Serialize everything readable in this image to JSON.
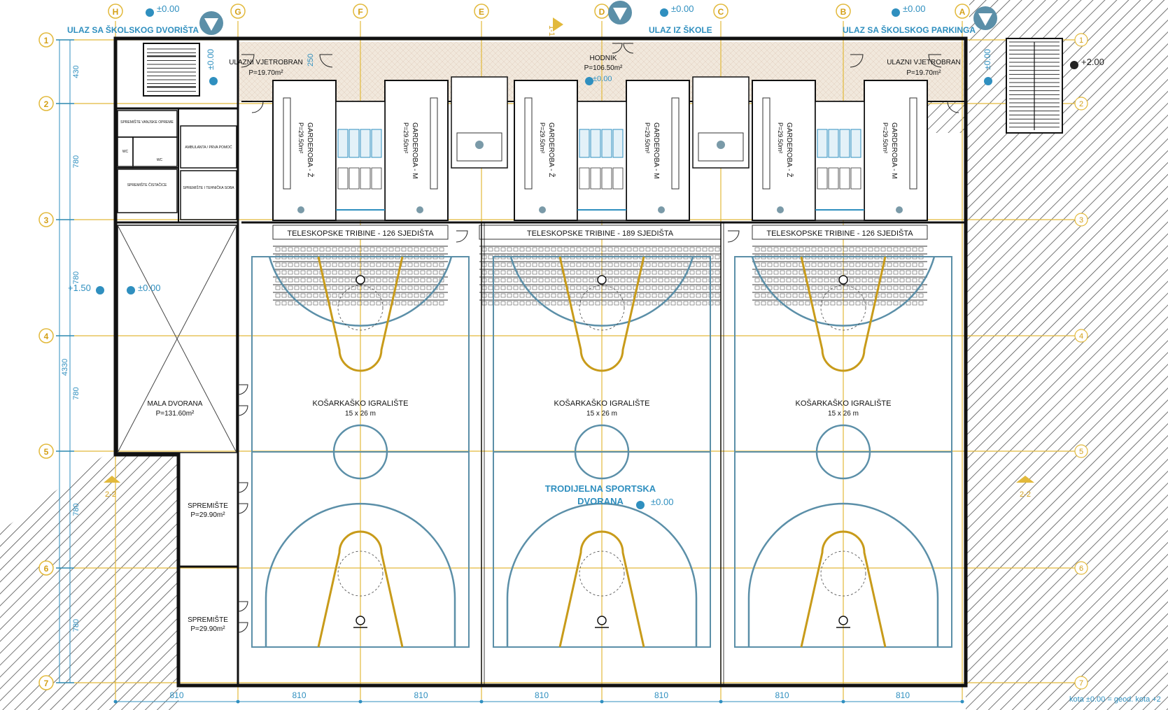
{
  "entrances": {
    "left": "ULAZ SA ŠKOLSKOG DVORIŠTA",
    "center": "ULAZ IZ ŠKOLE",
    "right": "ULAZ SA ŠKOLSKOG PARKINGA"
  },
  "grid": {
    "columns": [
      "H",
      "G",
      "F",
      "E",
      "D",
      "C",
      "B",
      "A"
    ],
    "rows": [
      "1",
      "2",
      "3",
      "4",
      "5",
      "6",
      "7"
    ]
  },
  "dimensions": {
    "vertical_segments": [
      "430",
      "780",
      "780",
      "780",
      "780",
      "780"
    ],
    "vertical_total": "4330",
    "horizontal_segments": [
      "810",
      "810",
      "810",
      "810",
      "810",
      "810",
      "810"
    ],
    "section_marks": [
      "1-1",
      "2-2"
    ]
  },
  "levels": {
    "zero": "±0.00",
    "plus_150": "+1.50",
    "plus_200": "+2.00",
    "note": "kota ±0.00 = geod. kota +2"
  },
  "rooms": {
    "vestibule_left_name": "ULAZNI VJETROBRAN",
    "vestibule_left_area": "P=19.70m²",
    "vestibule_right_name": "ULAZNI VJETROBRAN",
    "vestibule_right_area": "P=19.70m²",
    "corridor_name": "HODNIK",
    "corridor_area": "P=106.50m²",
    "corridor_dim": "250",
    "wardrobe_f": "GARDEROBA - Ž",
    "wardrobe_m": "GARDEROBA - M",
    "wardrobe_area": "P=29.50m²",
    "small_hall_name": "MALA DVORANA",
    "small_hall_area": "P=131.60m²",
    "storage_name": "SPREMIŠTE",
    "storage_area": "P=29.90m²",
    "hall_name_1": "TRODIJELNA SPORTSKA",
    "hall_name_2": "DVORANA",
    "small_rooms": [
      "SPREMIŠTE VANJSKE OPREME",
      "AMBULANTA / PRVA POMOĆ",
      "SPREMIŠTE ČISTAČICE",
      "SPREMIŠTE I TEHNIČKA SOBA",
      "WC",
      "WC"
    ]
  },
  "stands": [
    "TELESKOPSKE TRIBINE - 126 SJEDIŠTA",
    "TELESKOPSKE TRIBINE - 189 SJEDIŠTA",
    "TELESKOPSKE TRIBINE - 126 SJEDIŠTA"
  ],
  "courts": {
    "name": "KOŠARKAŠKO IGRALIŠTE",
    "size": "15 x 26 m"
  },
  "colors": {
    "wall": "#111111",
    "grid_line": "#e2b93b",
    "grid_text": "#d4a017",
    "court_line": "#5b8fa8",
    "key_line": "#c89b1a",
    "annotation": "#2f8fbf",
    "corridor_fill": "#eee3d6"
  }
}
